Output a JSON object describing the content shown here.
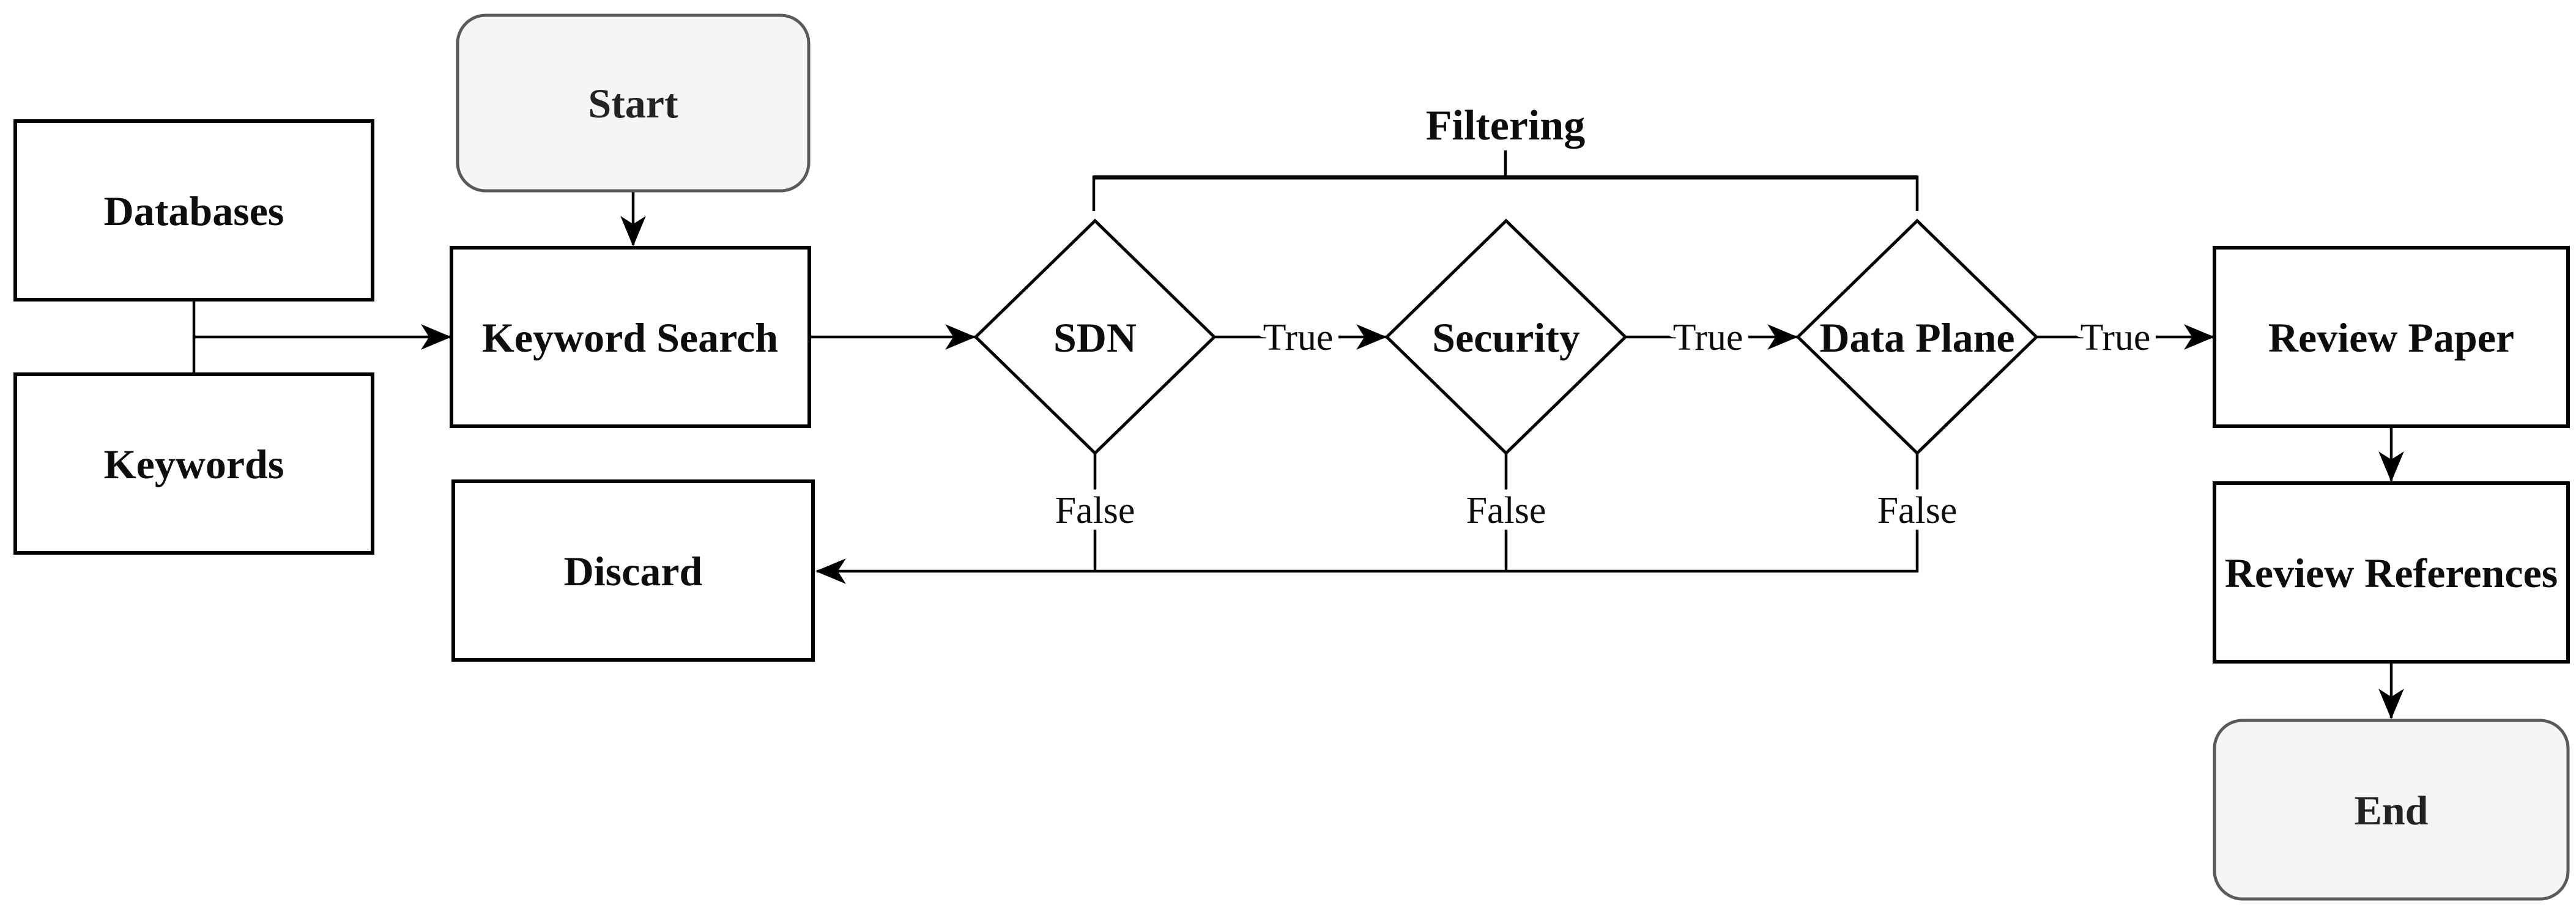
{
  "diagram": {
    "nodes": {
      "databases": {
        "label": "Databases"
      },
      "keywords": {
        "label": "Keywords"
      },
      "start": {
        "label": "Start"
      },
      "keyword_search": {
        "label": "Keyword Search"
      },
      "discard": {
        "label": "Discard"
      },
      "sdn": {
        "label": "SDN"
      },
      "security": {
        "label": "Security"
      },
      "data_plane": {
        "label": "Data Plane"
      },
      "review_paper": {
        "label": "Review Paper"
      },
      "review_references": {
        "label": "Review References"
      },
      "end": {
        "label": "End"
      }
    },
    "edge_labels": {
      "true_sdn_to_security": "True",
      "true_security_to_dataplane": "True",
      "true_dataplane_to_review": "True",
      "false_sdn": "False",
      "false_security": "False",
      "false_dataplane": "False"
    },
    "group_label": "Filtering",
    "colors": {
      "terminal_fill": "#f5f5f5",
      "terminal_border": "#5a5a5a",
      "process_fill": "#ffffff",
      "line": "#000000"
    }
  }
}
